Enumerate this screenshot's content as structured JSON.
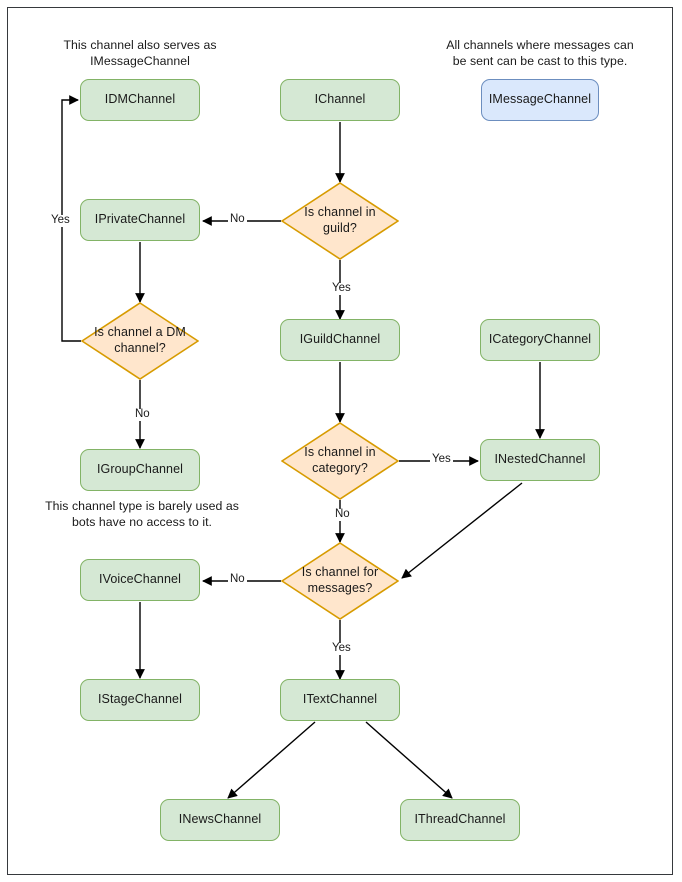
{
  "diagram": {
    "title": "Discord channel interface type decision flowchart",
    "colors": {
      "green_fill": "#d5e8d4",
      "green_stroke": "#82b366",
      "blue_fill": "#dae8fc",
      "blue_stroke": "#6c8ebf",
      "orange_fill": "#ffe6cc",
      "orange_stroke": "#d79b00",
      "edge_stroke": "#000000",
      "frame_stroke": "#36393d",
      "background": "#ffffff"
    },
    "notes": [
      {
        "id": "note-dm",
        "text": "This channel also serves as IMessageChannel"
      },
      {
        "id": "note-message",
        "text": "All channels where messages can be sent can be cast to this type."
      },
      {
        "id": "note-group",
        "text": "This channel type is barely used as bots have no access to it."
      }
    ],
    "nodes": [
      {
        "id": "idmchannel",
        "label": "IDMChannel",
        "shape": "box",
        "style": "green"
      },
      {
        "id": "ichannel",
        "label": "IChannel",
        "shape": "box",
        "style": "green"
      },
      {
        "id": "imessagechannel",
        "label": "IMessageChannel",
        "shape": "box",
        "style": "blue"
      },
      {
        "id": "iprivatechannel",
        "label": "IPrivateChannel",
        "shape": "box",
        "style": "green"
      },
      {
        "id": "d-in-guild",
        "label": "Is channel in guild?",
        "shape": "diamond",
        "style": "orange"
      },
      {
        "id": "d-is-dm",
        "label": "Is channel a DM channel?",
        "shape": "diamond",
        "style": "orange"
      },
      {
        "id": "iguildchannel",
        "label": "IGuildChannel",
        "shape": "box",
        "style": "green"
      },
      {
        "id": "icategorychannel",
        "label": "ICategoryChannel",
        "shape": "box",
        "style": "green"
      },
      {
        "id": "igroupchannel",
        "label": "IGroupChannel",
        "shape": "box",
        "style": "green"
      },
      {
        "id": "d-in-category",
        "label": "Is channel in category?",
        "shape": "diamond",
        "style": "orange"
      },
      {
        "id": "inestedchannel",
        "label": "INestedChannel",
        "shape": "box",
        "style": "green"
      },
      {
        "id": "ivoicechannel",
        "label": "IVoiceChannel",
        "shape": "box",
        "style": "green"
      },
      {
        "id": "d-for-messages",
        "label": "Is channel for messages?",
        "shape": "diamond",
        "style": "orange"
      },
      {
        "id": "istagechannel",
        "label": "IStageChannel",
        "shape": "box",
        "style": "green"
      },
      {
        "id": "itextchannel",
        "label": "ITextChannel",
        "shape": "box",
        "style": "green"
      },
      {
        "id": "inewschannel",
        "label": "INewsChannel",
        "shape": "box",
        "style": "green"
      },
      {
        "id": "ithreadchannel",
        "label": "IThreadChannel",
        "shape": "box",
        "style": "green"
      }
    ],
    "edges": [
      {
        "id": "e-ichannel-guild",
        "from": "ichannel",
        "to": "d-in-guild",
        "label": ""
      },
      {
        "id": "e-guild-no",
        "from": "d-in-guild",
        "to": "iprivatechannel",
        "label": "No"
      },
      {
        "id": "e-guild-yes",
        "from": "d-in-guild",
        "to": "iguildchannel",
        "label": "Yes"
      },
      {
        "id": "e-private-isdm",
        "from": "iprivatechannel",
        "to": "d-is-dm",
        "label": ""
      },
      {
        "id": "e-isdm-yes",
        "from": "d-is-dm",
        "to": "idmchannel",
        "label": "Yes"
      },
      {
        "id": "e-isdm-no",
        "from": "d-is-dm",
        "to": "igroupchannel",
        "label": "No"
      },
      {
        "id": "e-guildchannel-category",
        "from": "iguildchannel",
        "to": "d-in-category",
        "label": ""
      },
      {
        "id": "e-category-yes",
        "from": "d-in-category",
        "to": "inestedchannel",
        "label": "Yes"
      },
      {
        "id": "e-category-no",
        "from": "d-in-category",
        "to": "d-for-messages",
        "label": "No"
      },
      {
        "id": "e-icategory-nested",
        "from": "icategorychannel",
        "to": "inestedchannel",
        "label": ""
      },
      {
        "id": "e-nested-messages",
        "from": "inestedchannel",
        "to": "d-for-messages",
        "label": ""
      },
      {
        "id": "e-messages-no",
        "from": "d-for-messages",
        "to": "ivoicechannel",
        "label": "No"
      },
      {
        "id": "e-messages-yes",
        "from": "d-for-messages",
        "to": "itextchannel",
        "label": "Yes"
      },
      {
        "id": "e-voice-stage",
        "from": "ivoicechannel",
        "to": "istagechannel",
        "label": ""
      },
      {
        "id": "e-text-news",
        "from": "itextchannel",
        "to": "inewschannel",
        "label": ""
      },
      {
        "id": "e-text-thread",
        "from": "itextchannel",
        "to": "ithreadchannel",
        "label": ""
      }
    ],
    "edge_labels": {
      "guild_no": "No",
      "guild_yes": "Yes",
      "isdm_yes": "Yes",
      "isdm_no": "No",
      "category_yes": "Yes",
      "category_no": "No",
      "messages_no": "No",
      "messages_yes": "Yes"
    }
  }
}
